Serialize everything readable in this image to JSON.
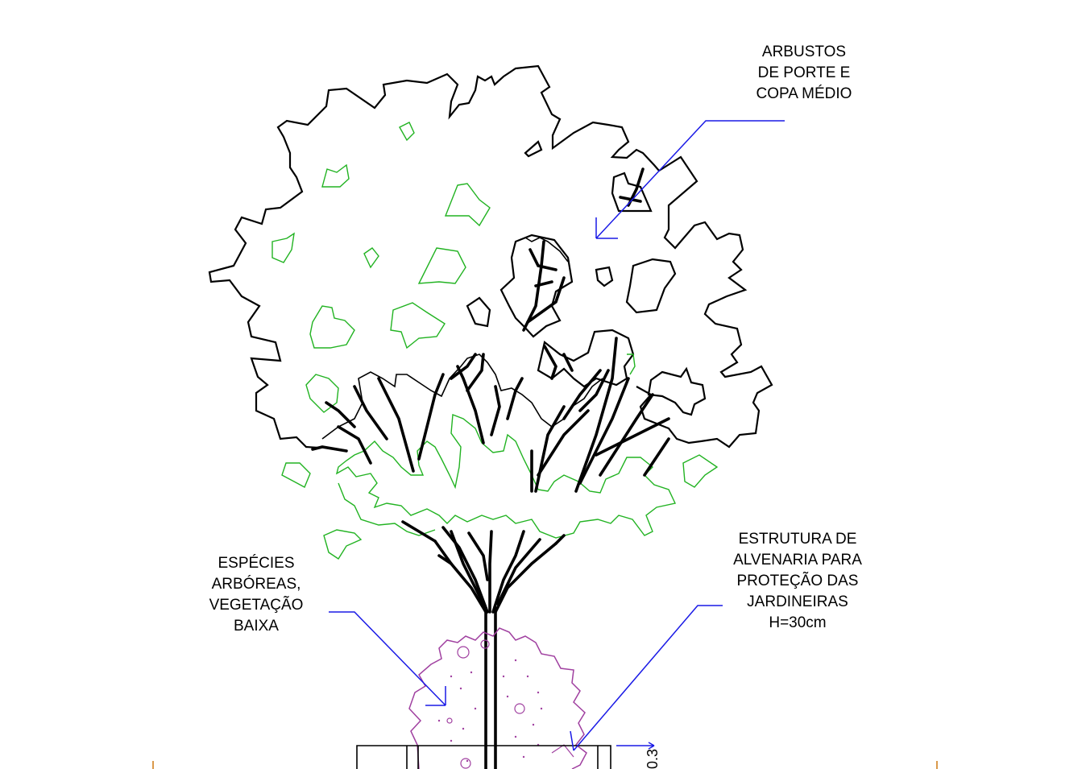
{
  "labels": {
    "shrubs": "ARBUSTOS\nDE PORTE E\nCOPA MÉDIO",
    "trees": "ESPÉCIES\nARBÓREAS,\nVEGETAÇÃO\nBAIXA",
    "structure": "ESTRUTURA DE\nALVENARIA PARA\nPROTEÇÃO DAS\nJARDINEIRAS\nH=30cm"
  },
  "dimension_label": "0.3",
  "colors": {
    "outline": "#000000",
    "foliage": "#22b322",
    "leader": "#1a1ae6",
    "shrub": "#a040a0",
    "marker": "#d08020"
  }
}
